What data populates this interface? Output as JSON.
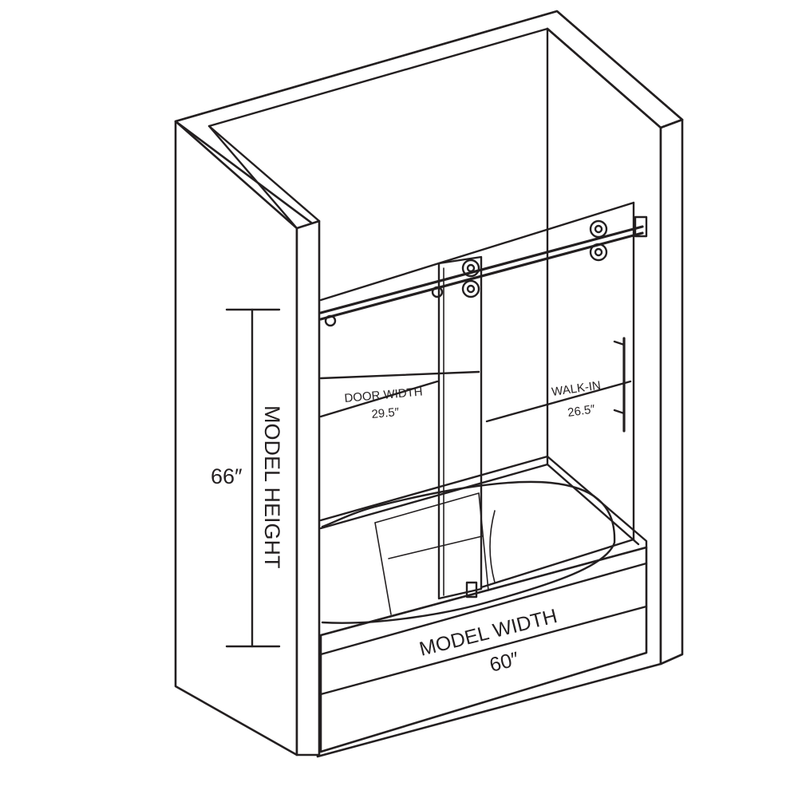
{
  "colors": {
    "line": "#231f20",
    "background": "#ffffff"
  },
  "dimensions": {
    "door_width": {
      "label": "DOOR WIDTH",
      "value": "29.5″"
    },
    "walk_in": {
      "label": "WALK-IN",
      "value": "26.5″"
    },
    "model_height": {
      "label": "MODEL HEIGHT",
      "value": "66″"
    },
    "model_width": {
      "label": "MODEL WIDTH",
      "value": "60″"
    }
  }
}
